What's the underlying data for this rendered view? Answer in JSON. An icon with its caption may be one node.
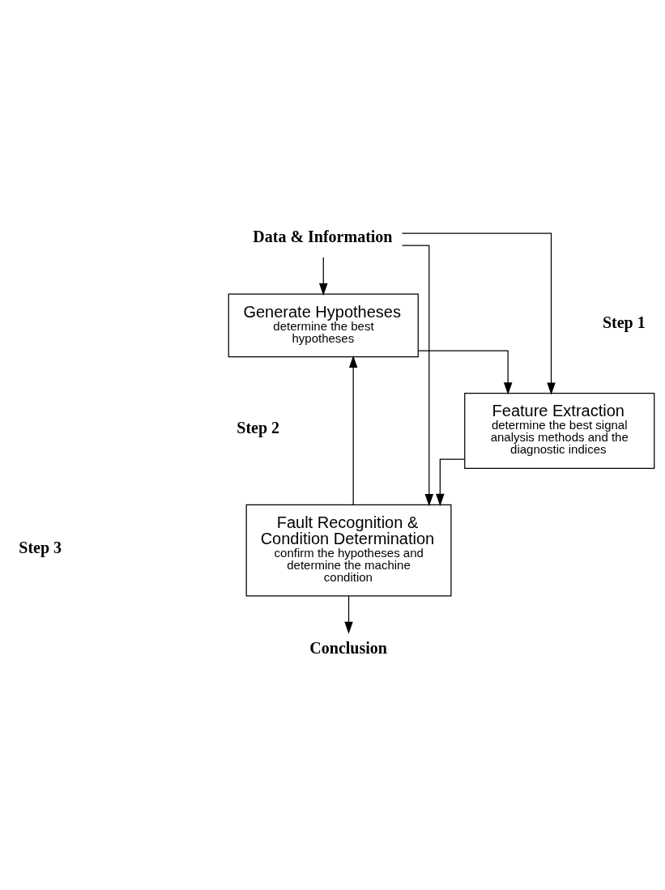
{
  "diagram": {
    "nodes": [
      {
        "text": [
          "Data & Information"
        ]
      },
      {
        "text": [
          "Generate Hypotheses",
          "determine the best hypotheses"
        ]
      },
      {
        "text": [
          "Feature Extraction",
          "determine the best signal analysis methods and the diagnostic indices"
        ]
      },
      {
        "text": [
          "Fault Recognition & Condition Determination",
          "confirm the hypotheses and determine the machine condition"
        ]
      },
      {
        "text": [
          "Conclusion"
        ]
      }
    ],
    "edges": [
      {
        "from": 0,
        "to": 1,
        "arrow": "to"
      },
      {
        "from": 1,
        "to": 2,
        "arrow": "to"
      },
      {
        "from": 2,
        "to": 3,
        "arrow": "to"
      },
      {
        "from": 3,
        "to": 4,
        "arrow": "to"
      },
      {
        "from": 0,
        "to": 2,
        "arrow": "to"
      },
      {
        "from": 0,
        "to": 3,
        "arrow": "to"
      },
      {
        "from": 3,
        "to": 1,
        "arrow": "to"
      }
    ],
    "labels": [
      "Step 1",
      "Step 2",
      "Step 3"
    ]
  }
}
